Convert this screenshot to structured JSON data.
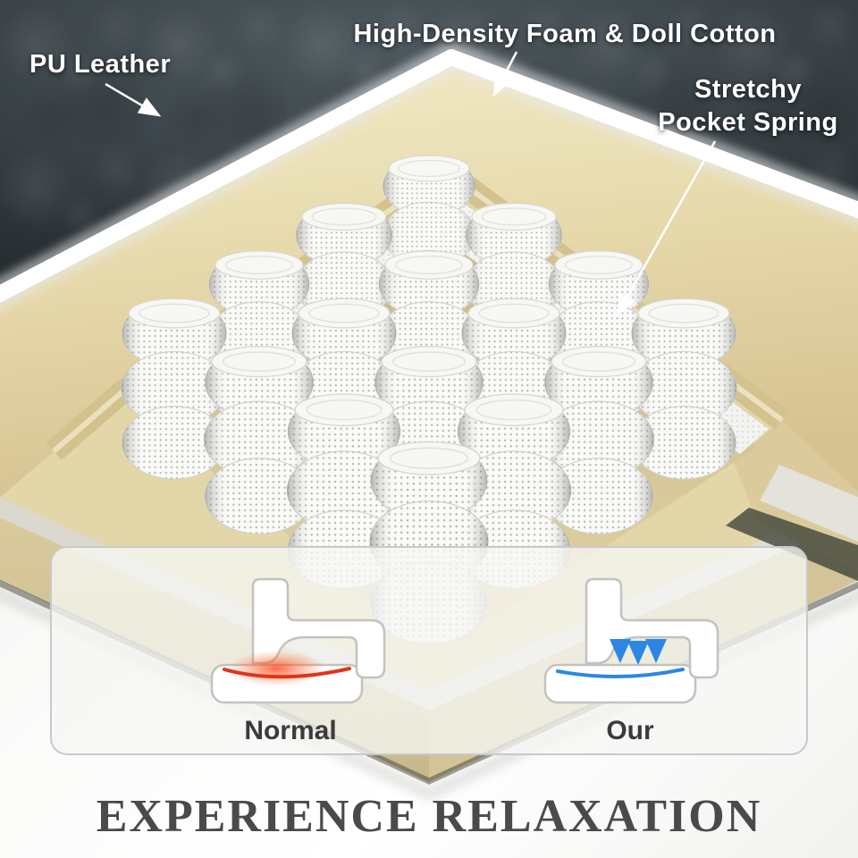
{
  "page": {
    "title": "EXPERIENCE RELAXATION"
  },
  "callouts": {
    "pu_leather": "PU Leather",
    "foam": "High-Density Foam & Doll Cotton",
    "spring_line1": "Stretchy",
    "spring_line2": "Pocket Spring"
  },
  "comparison": {
    "normal": "Normal",
    "our": "Our"
  },
  "icons": {
    "pressure": "red-pressure-glow-icon",
    "support": "blue-support-arrows-icon",
    "callout_arrow": "white-arrow-icon"
  },
  "colors": {
    "leather": "#3c4549",
    "foam": "#e8dcae",
    "pressure_red": "#e23318",
    "support_blue": "#2b87e3",
    "title_text": "#4a4a4c"
  }
}
